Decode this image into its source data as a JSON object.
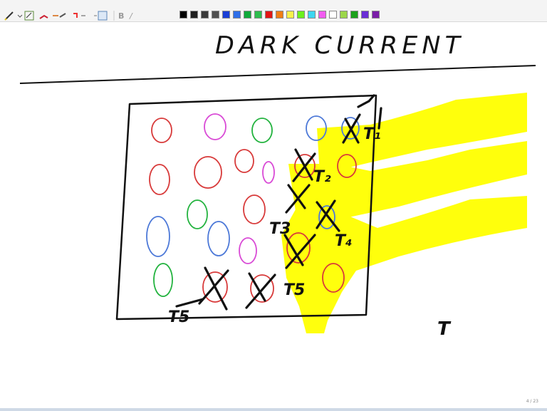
{
  "app": {
    "toolbar": {
      "tools": [
        "pen-tool",
        "pen-settings-tool",
        "highlighter-tool",
        "eraser-tool",
        "pointer-tool",
        "insert-space-tool",
        "bold-button",
        "italic-button"
      ],
      "colors": [
        "#000000",
        "#1f1f1f",
        "#3a3a3a",
        "#4f4f4f",
        "#1a3fd6",
        "#2f6fe8",
        "#10a93a",
        "#2ebd4f",
        "#e21515",
        "#f07d14",
        "#f7f14a",
        "#6cf01c",
        "#3dd6f0",
        "#f25cf0",
        "#ffffff",
        "#9bd64a",
        "#1ca11c",
        "#6a2ed6",
        "#7a1ea8"
      ]
    },
    "board": {
      "title_handwritten": "DARK CURRENT",
      "labels": {
        "t1": "T₁",
        "t2": "T₂",
        "t3": "T3",
        "t4": "T₄",
        "t5_center": "T5",
        "t5_left": "T5",
        "t_right": "T"
      },
      "ink_colors": {
        "black": "#111111",
        "red": "#d83a3a",
        "green": "#23b33f",
        "blue": "#4d79d8",
        "magenta": "#d94ad6",
        "highlight": "#ffff00"
      }
    },
    "page_indicator": "4 / 23"
  }
}
